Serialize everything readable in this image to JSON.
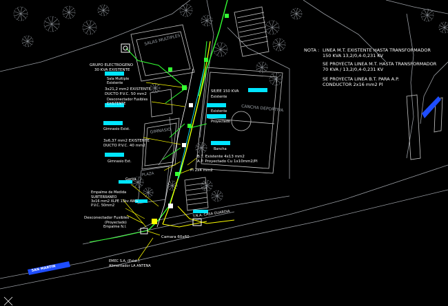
{
  "title_note": {
    "label": "NOTA :",
    "lines": [
      "LINEA M.T. EXISTENTE HASTA TRANSFORMADOR",
      "150 KVA 13,2/0,4-0,231 KV",
      "SE PROYECTA LINEA M.T. HASTA TRANSFORMADOR",
      "70 KVA / 13,2/0,4-0,231 KV",
      "SE PROYECTA LINEA B.T. PARA A.P.",
      "CONDUCTOR 2x16 mm2 Pl"
    ]
  },
  "places": {
    "salas_multiples": "SALAS MULTIPLES",
    "cancha": "CANCHA DEPORTIVA",
    "gimnasio": "GIMNASIO",
    "plaza": "PLAZA",
    "street": "SAN MARTIN"
  },
  "labels": {
    "grupo": "GRUPO ELECTROGENO",
    "grupo_kva": "30 KVA EXISTENTE",
    "sala_multiple": "Sala Multiple",
    "existente": "Existente",
    "cable1": "3x21,2 mm2 EXISTENTE",
    "ducto1": "DUCTO P.V.C. 50 mm2",
    "desconectador": "Desconectador Fusibles",
    "desconectador_ex": "EXISTENTE",
    "gimnasio_exist": "Gimnasio Exist.",
    "cable2": "3x6,37 mm2 EXISTENTE",
    "ducto2": "DUCTO P.V.C. 40 mm2",
    "gimnasio_ext": "Gimnasio Ext.",
    "garita": "Garita",
    "se": "SE/EE 150 KVA",
    "se_existente": "Existente",
    "existente2": "Existente",
    "proyectado": "Proyectado",
    "bancha": "Bancha",
    "bt_line1": "B.T. Existente 4x13 mm2",
    "bt_line2": "A.P. Proyectado Cu 1x10mm2/Pl",
    "pl": "Pl 2x4 mm2",
    "subterraneo1": "SUBTERRANEO",
    "subterraneo2": "3x16 mm2 XLPE 13kv AWG",
    "subterraneo3": "P.V.C. 50mm2",
    "empalme_medida": "Empalme de Medida",
    "desconectador2": "Desconectador Fusibles",
    "proyectado2": "(Proyectado)",
    "empalme_nl": "Empalme N.I.",
    "camara": "Camara 60x60",
    "tna": "T.N.A. CASA GUARDIA",
    "emec1": "EMEC S.A. (Exist.)",
    "emec2": "Alimentador LA ANTENA"
  },
  "colors": {
    "background": "#000000",
    "green": "#33ff33",
    "cyan": "#00e5ff",
    "yellow": "#ffff00",
    "white": "#ffffff",
    "gray": "#8a8f96",
    "blue": "#1e4dff",
    "building": "#c8c8c8"
  }
}
